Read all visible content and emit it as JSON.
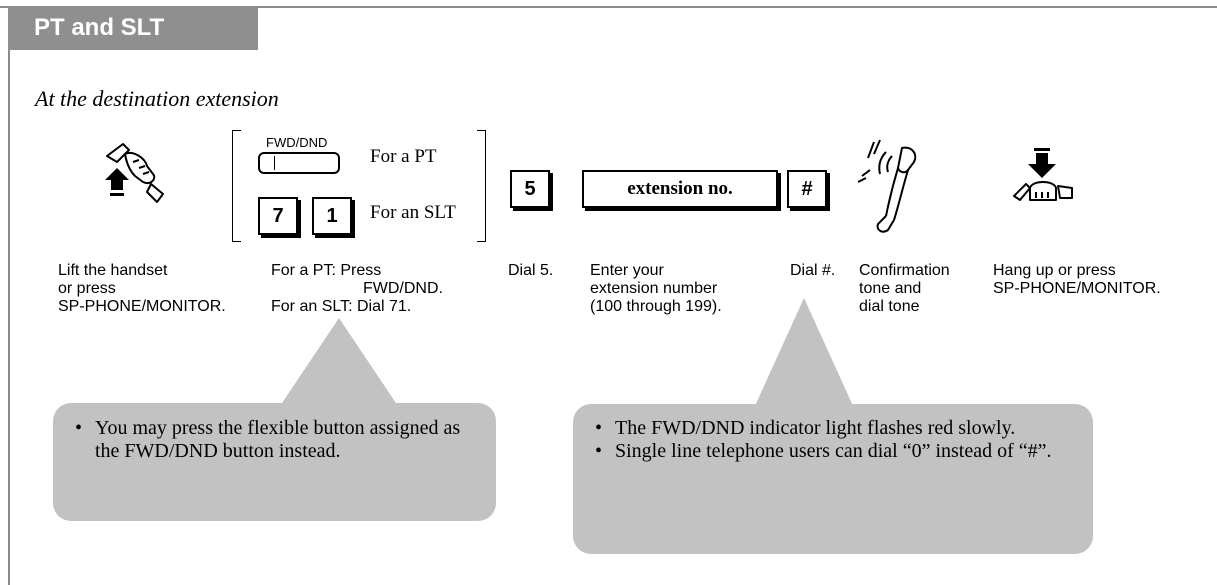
{
  "tab_title": "PT and SLT",
  "subtitle": "At the destination extension",
  "bracket": {
    "fwd_key_label": "FWD/DND",
    "pt_text": "For a PT",
    "slt_text": "For an SLT",
    "key_7": "7",
    "key_1": "1"
  },
  "keys": {
    "five": "5",
    "ext": "extension no.",
    "hash": "#"
  },
  "steps": {
    "lift": [
      "Lift the handset",
      "or press",
      "SP-PHONE/MONITOR."
    ],
    "fwd": [
      "For a PT: Press",
      "FWD/DND.",
      "For an SLT: Dial 71."
    ],
    "dial5": "Dial 5.",
    "ext": [
      "Enter your",
      "extension number",
      "(100 through 199)."
    ],
    "dialhash": "Dial #.",
    "confirm": [
      "Confirmation",
      "tone and",
      "dial tone"
    ],
    "hangup": [
      "Hang up or press",
      "SP-PHONE/MONITOR."
    ]
  },
  "callouts": {
    "left": [
      "You may press the flexible button assigned as the FWD/DND button instead."
    ],
    "right": [
      "The FWD/DND indicator light flashes red slowly.",
      "Single line telephone users can dial “0” instead of “#”."
    ]
  }
}
